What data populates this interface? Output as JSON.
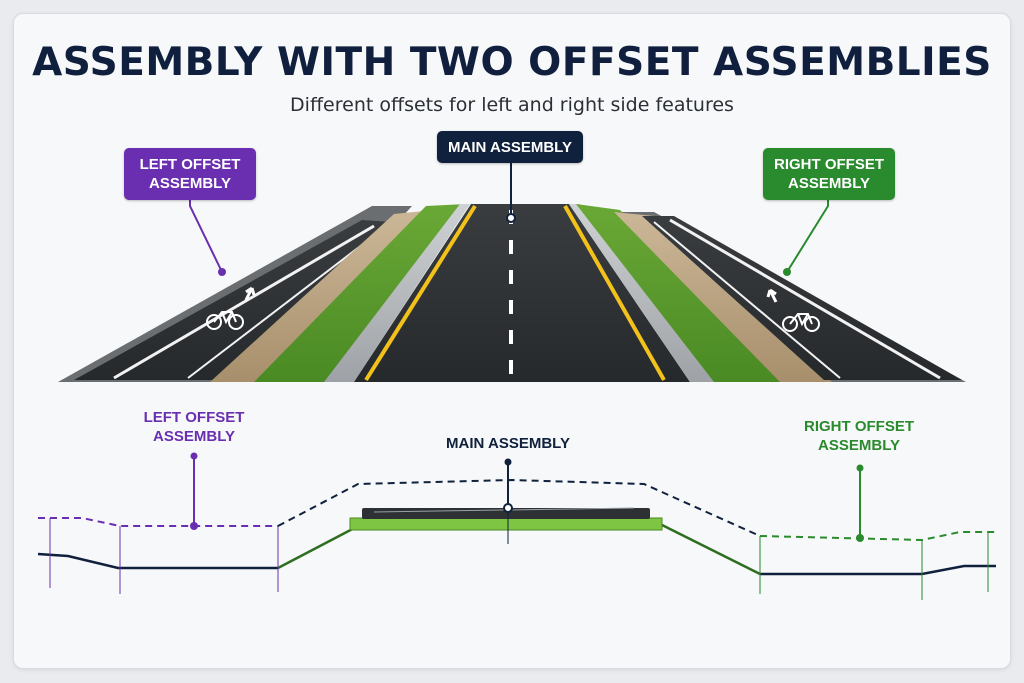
{
  "title": "ASSEMBLY WITH TWO OFFSET ASSEMBLIES",
  "subtitle": "Different offsets for left and right side features",
  "top_view": {
    "labels": {
      "left_offset": "LEFT OFFSET\nASSEMBLY",
      "main": "MAIN ASSEMBLY",
      "right_offset": "RIGHT OFFSET\nASSEMBLY"
    },
    "icons": [
      "bicycle-icon",
      "arrow-up-icon"
    ]
  },
  "cross_section": {
    "labels": {
      "left_offset": "LEFT OFFSET\nASSEMBLY",
      "main": "MAIN ASSEMBLY",
      "right_offset": "RIGHT OFFSET\nASSEMBLY"
    }
  },
  "colors": {
    "title": "#0f1f3d",
    "left_offset": "#6a2fb0",
    "main": "#10213d",
    "right_offset": "#2a8a2e",
    "asphalt": "#2e3134",
    "grass": "#5c9a2c",
    "gravel": "#b8a283",
    "lane_yellow": "#f2c21b"
  }
}
